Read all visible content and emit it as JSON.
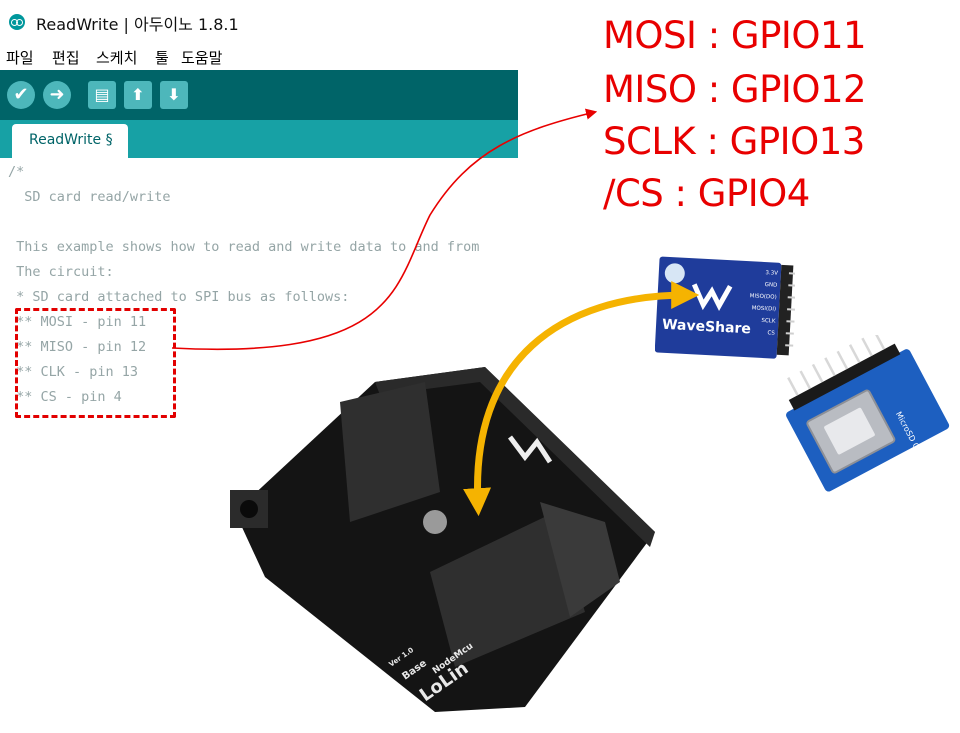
{
  "window": {
    "title": "ReadWrite | 아두이노 1.8.1",
    "icon": "arduino-logo-icon"
  },
  "menu": {
    "items": [
      "파일",
      "편집",
      "스케치",
      "툴",
      "도움말"
    ]
  },
  "toolbar": {
    "verify_icon": "✔",
    "upload_icon": "➜",
    "new_icon": "▤",
    "open_icon": "⬆",
    "save_icon": "⬇"
  },
  "tabs": [
    {
      "label": "ReadWrite §"
    }
  ],
  "editor": {
    "lines": [
      "/*",
      "  SD card read/write",
      "",
      " This example shows how to read and write data to and from",
      " The circuit:",
      " * SD card attached to SPI bus as follows:",
      " ** MOSI - pin 11",
      " ** MISO - pin 12",
      " ** CLK - pin 13",
      " ** CS - pin 4"
    ]
  },
  "gpio_map": [
    "MOSI : GPIO11",
    "MISO : GPIO12",
    "SCLK : GPIO13",
    "/CS : GPIO4"
  ],
  "waveshare_module": {
    "brand": "WaveShare",
    "pins": [
      "3.3V",
      "GND",
      "MISO(DO)",
      "MOSI(DI)",
      "SCLK",
      "CS"
    ]
  },
  "microsd_module": {
    "label": "MicroSD Card"
  },
  "nodemcu_base": {
    "silkscreen": [
      "LoLin",
      "NodeMcu",
      "Base",
      "Ver 1.0"
    ]
  },
  "colors": {
    "toolbar": "#006468",
    "tabbar": "#17a1a5",
    "annotation_red": "#e80000",
    "arrow_yellow": "#f5b301"
  }
}
